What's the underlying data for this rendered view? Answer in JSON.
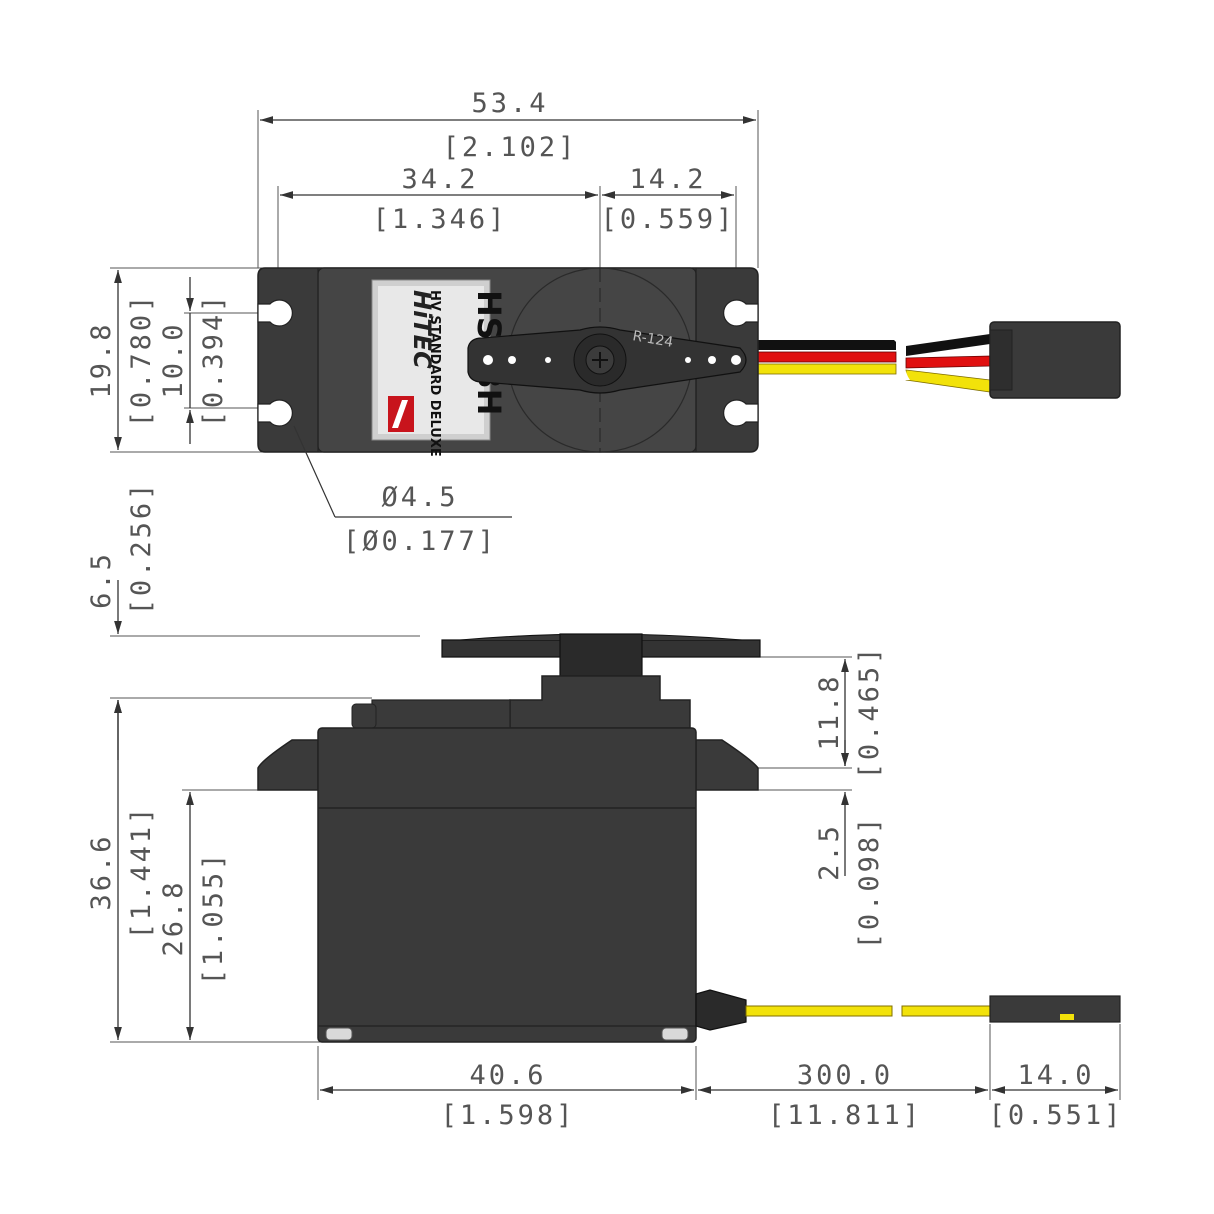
{
  "top_view": {
    "dims": {
      "overall_width_mm": "53.4",
      "overall_width_in": "[2.102]",
      "hole_to_shaft_mm": "34.2",
      "hole_to_shaft_in": "[1.346]",
      "shaft_to_hole_mm": "14.2",
      "shaft_to_hole_in": "[0.559]",
      "overall_height_mm": "19.8",
      "overall_height_in": "[0.780]",
      "hole_spacing_mm": "10.0",
      "hole_spacing_in": "[0.394]",
      "hole_diameter_mm": "Ø4.5",
      "hole_diameter_in": "[Ø0.177]"
    },
    "label": {
      "model": "HS-  BH",
      "subtitle": "HV STANDARD DELUXE",
      "brand": "HiTEC",
      "horn": "R-124"
    }
  },
  "side_view": {
    "dims": {
      "horn_height_mm": "6.5",
      "horn_height_in": "[0.256]",
      "total_height_mm": "36.6",
      "total_height_in": "[1.441]",
      "body_height_mm": "26.8",
      "body_height_in": "[1.055]",
      "top_to_flange_mm": "11.8",
      "top_to_flange_in": "[0.465]",
      "flange_thickness_mm": "2.5",
      "flange_thickness_in": "[0.098]",
      "body_length_mm": "40.6",
      "body_length_in": "[1.598]",
      "cable_length_mm": "300.0",
      "cable_length_in": "[11.811]",
      "connector_length_mm": "14.0",
      "connector_length_in": "[0.551]"
    }
  },
  "colors": {
    "body": "#3a3a3a",
    "wire_black": "#111111",
    "wire_red": "#e01010",
    "wire_yellow": "#f2e20a",
    "label_red": "#c8141c"
  }
}
